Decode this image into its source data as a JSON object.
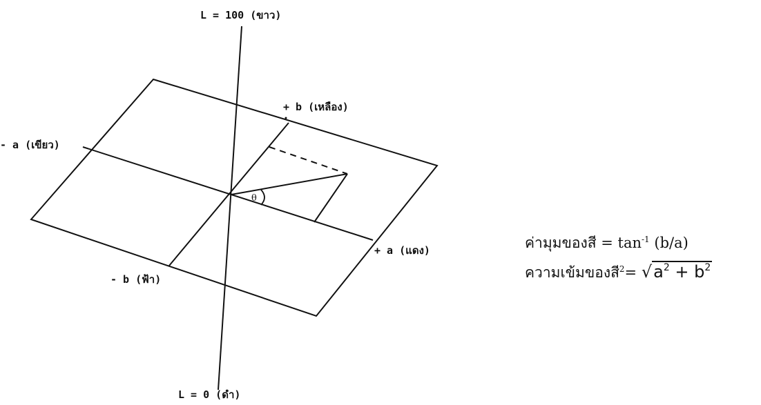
{
  "axes": {
    "l_top": "L = 100 (ขาว)",
    "l_bottom": "L = 0 (ดำ)",
    "b_plus": "+ b (เหลือง)",
    "a_minus": "- a (เขียว)",
    "a_plus": "+ a (แดง)",
    "b_minus": "- b (ฟ้า)",
    "angle": "θ"
  },
  "formulas": {
    "hue_label": "ค่ามุมของสี = tan",
    "hue_exp": "-1",
    "hue_arg": " (b/a)",
    "chroma_label": "ความเข้มของสี",
    "chroma_sup": "2",
    "chroma_eq": "= ",
    "chroma_a": "a",
    "chroma_a_exp": "2",
    "chroma_plus": " + b",
    "chroma_b_exp": "2"
  },
  "colors": {
    "ink": "#111111",
    "background": "#ffffff"
  }
}
